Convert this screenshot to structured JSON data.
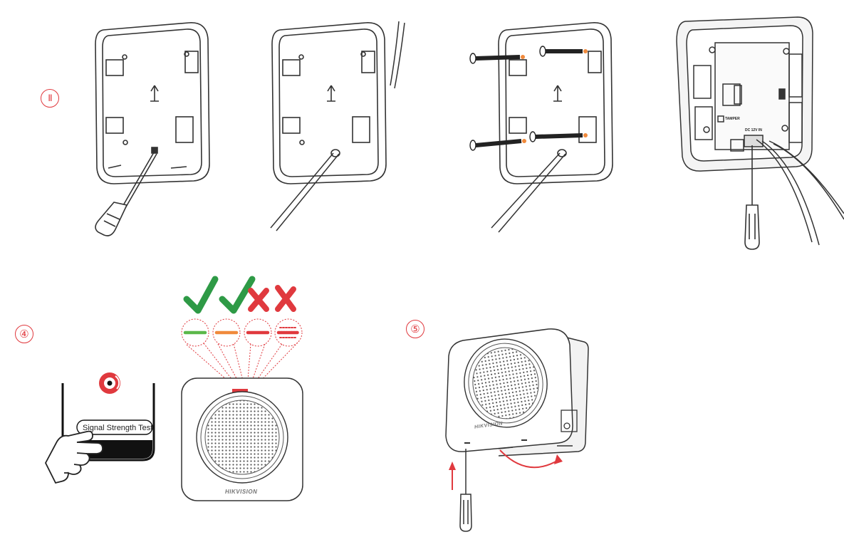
{
  "steps": {
    "step2_badge": "Ⅱ",
    "step4_badge": "④",
    "step5_badge": "⑤"
  },
  "signal_test": {
    "button_label": "Signal Strength Test",
    "indicators": [
      {
        "color": "#5cb84a",
        "verdict": "ok",
        "symbol": "✓"
      },
      {
        "color": "#f08a3c",
        "verdict": "ok",
        "symbol": "✓"
      },
      {
        "color": "#e0393e",
        "verdict": "bad",
        "symbol": "✗"
      },
      {
        "color": "#e0393e",
        "verdict": "bad",
        "symbol": "✗"
      }
    ]
  },
  "device": {
    "brand": "HIKVISION",
    "pcb_tamper_label": "TAMPER",
    "pcb_power_label": "DC 12V IN"
  },
  "colors": {
    "accent_red": "#e0393e",
    "check_green": "#2e9a46",
    "line_dark": "#333333"
  }
}
